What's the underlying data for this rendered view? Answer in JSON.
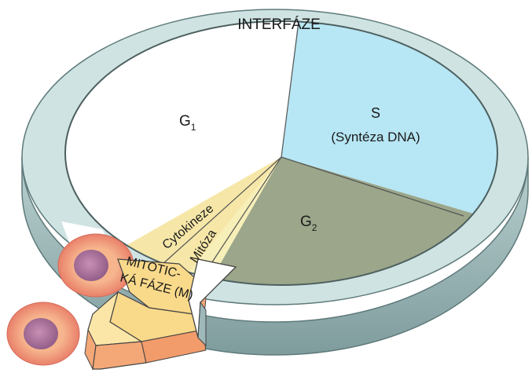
{
  "diagram": {
    "ring_label": "INTERFÁZE",
    "g1": {
      "main": "G",
      "sub": "1"
    },
    "s_phase": {
      "title": "S",
      "detail": "(Syntéza DNA)"
    },
    "g2": {
      "main": "G",
      "sub": "2"
    },
    "cytokinesis_label": "Cytokineze",
    "mitosis_label": "Mitóza",
    "mitotic_phase": {
      "line1": "MITOTIC-",
      "line2": "KÁ FÁZE (M)"
    }
  },
  "colors": {
    "ring_top": "#cfe3e3",
    "ring_side": "#9fb9ba",
    "g1_fill": "#ffffff",
    "s_fill": "#b7e6f4",
    "g2_fill": "#9ba68a",
    "cytokinesis_fill": "#f6e7a8",
    "mitosis_fill": "#f7efb8",
    "arrow_fill": "#f9d98a",
    "arrow_side": "#f4a877",
    "cell_outer": "#f2a07f",
    "cell_inner": "#b97da6"
  }
}
